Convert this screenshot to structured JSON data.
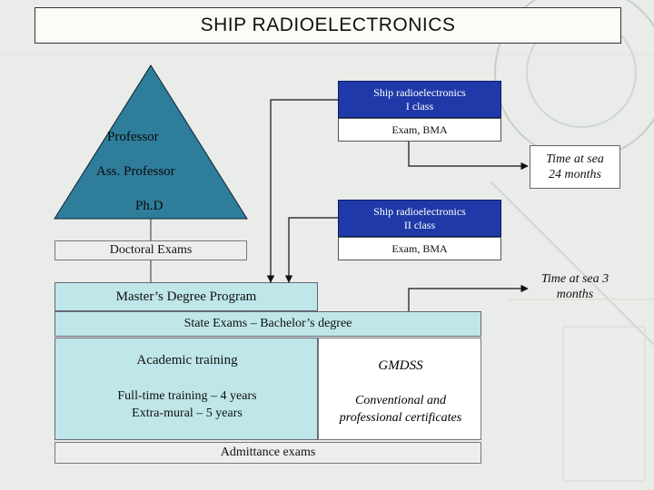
{
  "title": "SHIP RADIOELECTRONICS",
  "pyramid": {
    "professor": "Professor",
    "ass_professor": "Ass. Professor",
    "phd": "Ph.D"
  },
  "doctoral_exams": "Doctoral Exams",
  "class1": {
    "line1": "Ship radioelectronics",
    "line2": "I class",
    "exam": "Exam, BMA"
  },
  "class2": {
    "line1": "Ship radioelectronics",
    "line2": "II class",
    "exam": "Exam, BMA"
  },
  "time_sea_24": {
    "line1": "Time at sea",
    "line2": "24 months"
  },
  "time_sea_3": {
    "line1": "Time at sea 3",
    "line2": "months"
  },
  "masters": "Master’s Degree Program",
  "state_exams": "State Exams – Bachelor’s degree",
  "academic": {
    "title": "Academic training",
    "fulltime": "Full-time training – 4 years",
    "extramural": "Extra-mural – 5 years"
  },
  "gmdss": "GMDSS",
  "certificates": {
    "line1": "Conventional and",
    "line2": "professional certificates"
  },
  "admittance": "Admittance exams",
  "colors": {
    "pyramid": "#2e7d9a",
    "blue_box": "#1f3aa8",
    "teal": "#bfe6e8"
  }
}
